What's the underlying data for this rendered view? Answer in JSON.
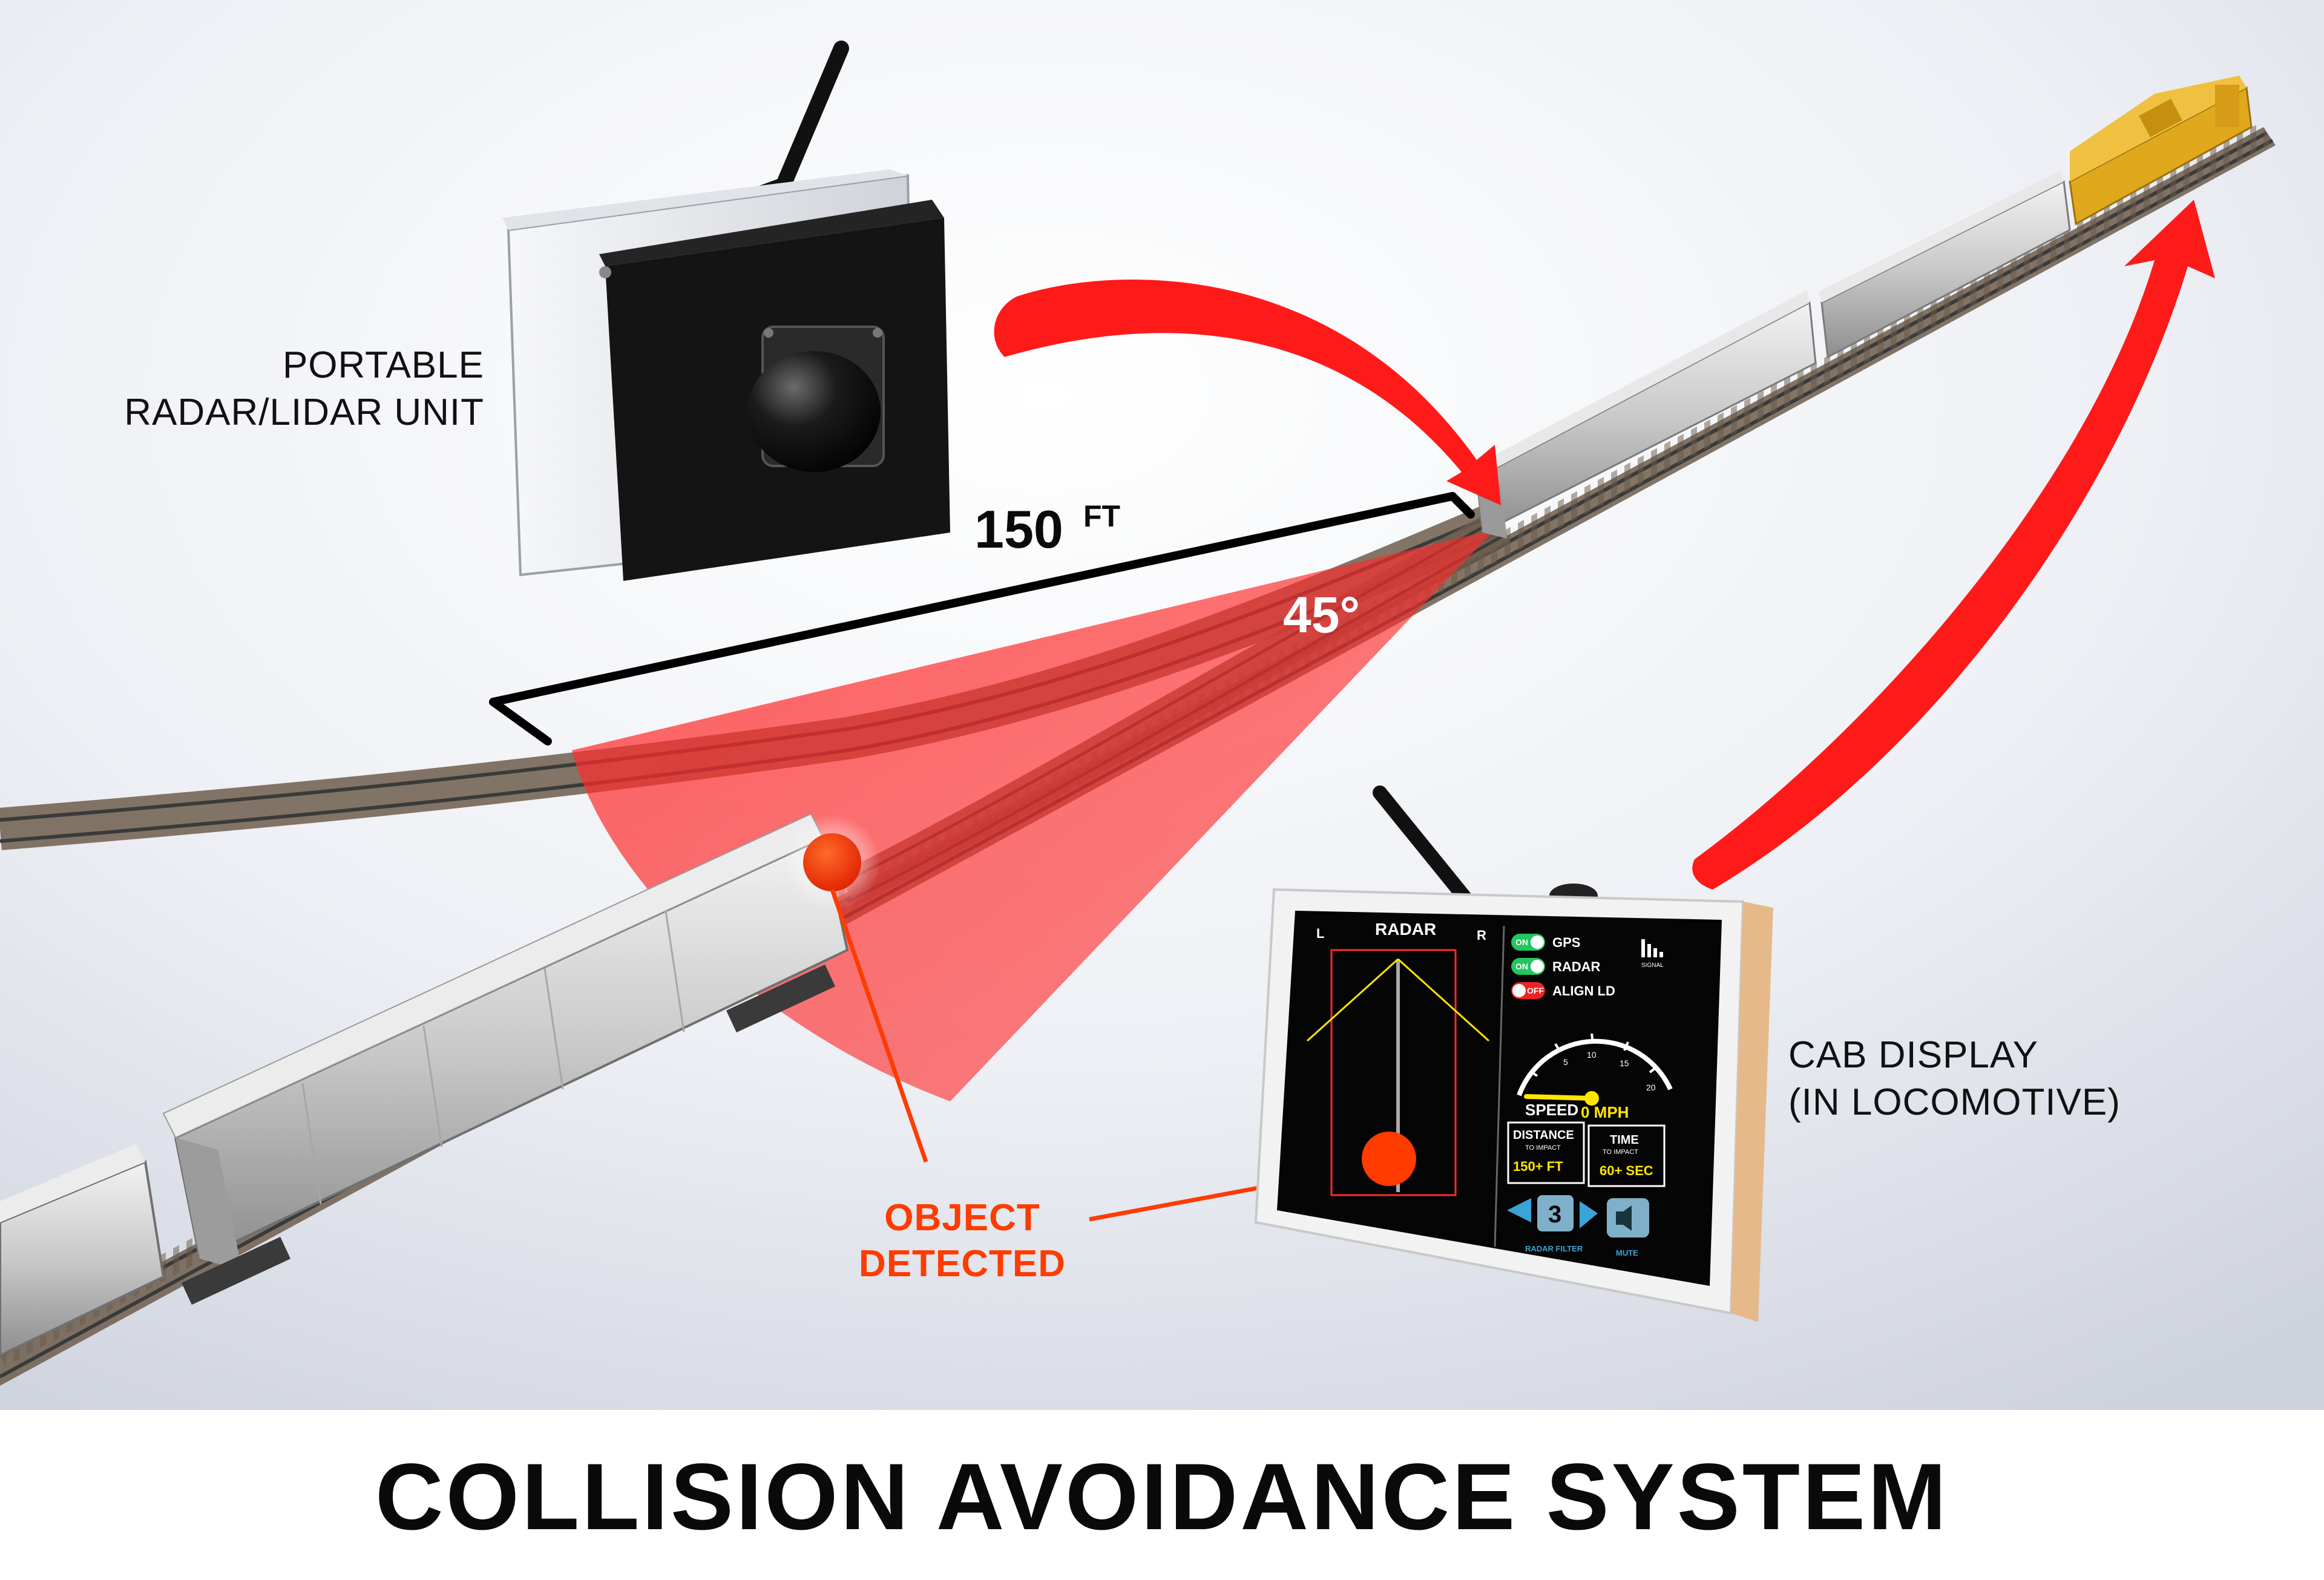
{
  "labels": {
    "radar_unit_line1": "PORTABLE",
    "radar_unit_line2": "RADAR/LIDAR UNIT",
    "cab_display_line1": "CAB DISPLAY",
    "cab_display_line2": "(IN LOCOMOTIVE)",
    "object_line1": "OBJECT",
    "object_line2": "DETECTED",
    "distance_value": "150",
    "distance_unit": "FT",
    "angle": "45°",
    "title": "COLLISION AVOIDANCE SYSTEM"
  },
  "screen": {
    "left_label": "L",
    "right_label": "R",
    "radar_title": "RADAR",
    "gps_toggle": "ON",
    "gps_label": "GPS",
    "radar_toggle": "ON",
    "radar_label": "RADAR",
    "align_toggle": "OFF",
    "align_label": "ALIGN LD",
    "signal_label": "SIGNAL",
    "gauge_ticks": [
      "5",
      "10",
      "15",
      "20"
    ],
    "speed_label": "SPEED",
    "speed_value": "0 MPH",
    "distance_label": "DISTANCE",
    "distance_sub": "TO IMPACT",
    "distance_value": "150+ FT",
    "time_label": "TIME",
    "time_sub": "TO IMPACT",
    "time_value": "60+ SEC",
    "filter_value": "3",
    "filter_label": "RADAR FILTER",
    "mute_label": "MUTE"
  },
  "colors": {
    "arrow_red": "#ff1a1a",
    "cone_red": "#ff2a2a",
    "object_orange": "#ff3b00",
    "screen_green": "#22c55e",
    "screen_red": "#ef2222",
    "screen_yellow": "#ffe600",
    "locomotive_yellow": "#e0a81c"
  },
  "icons": [
    "antenna-icon",
    "radar-dome-icon",
    "signal-bars-icon",
    "speaker-mute-icon",
    "left-arrow-icon",
    "right-arrow-icon"
  ]
}
